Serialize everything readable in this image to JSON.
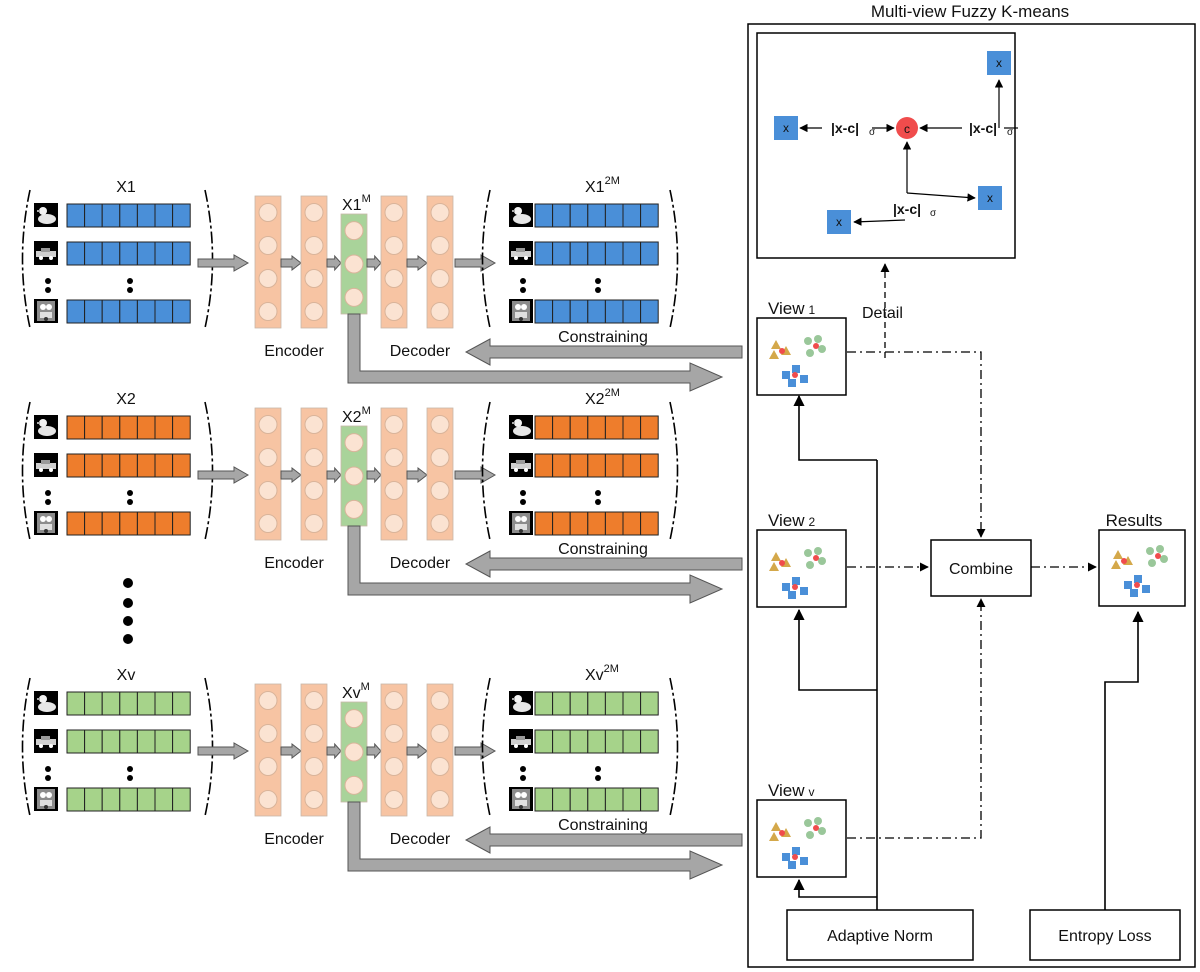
{
  "title": "Multi-view Fuzzy K-means",
  "colors": {
    "view1": "#4a8fd8",
    "view2": "#ee7d2c",
    "viewv": "#a6d38a",
    "encoder": "#f7c4a3",
    "latent": "#a9d39a",
    "arrow_fill": "#a6a6a6",
    "center": "#f04c4c",
    "sample": "#4a8fd8"
  },
  "views": [
    {
      "input_label": "X1",
      "latent_label": "X1",
      "latent_sup": "M",
      "recon_label": "X1",
      "recon_sup": "2M"
    },
    {
      "input_label": "X2",
      "latent_label": "X2",
      "latent_sup": "M",
      "recon_label": "X2",
      "recon_sup": "2M"
    },
    {
      "input_label": "Xv",
      "latent_label": "Xv",
      "latent_sup": "M",
      "recon_label": "Xv",
      "recon_sup": "2M"
    }
  ],
  "encoder_label": "Encoder",
  "decoder_label": "Decoder",
  "constraining_label": "Constraining",
  "detail_label": "Detail",
  "view_boxes": [
    {
      "label": "View",
      "sub": "1"
    },
    {
      "label": "View",
      "sub": "2"
    },
    {
      "label": "View",
      "sub": "v"
    }
  ],
  "combine_label": "Combine",
  "results_label": "Results",
  "adaptive_norm_label": "Adaptive Norm",
  "entropy_loss_label": "Entropy Loss",
  "detail_box": {
    "sample_label": "x",
    "center_label": "c",
    "distance_label": "|x-c|",
    "sigma": "σ"
  },
  "icons": [
    "duck-thumbnail-icon",
    "car-thumbnail-icon",
    "toy-thumbnail-icon"
  ]
}
